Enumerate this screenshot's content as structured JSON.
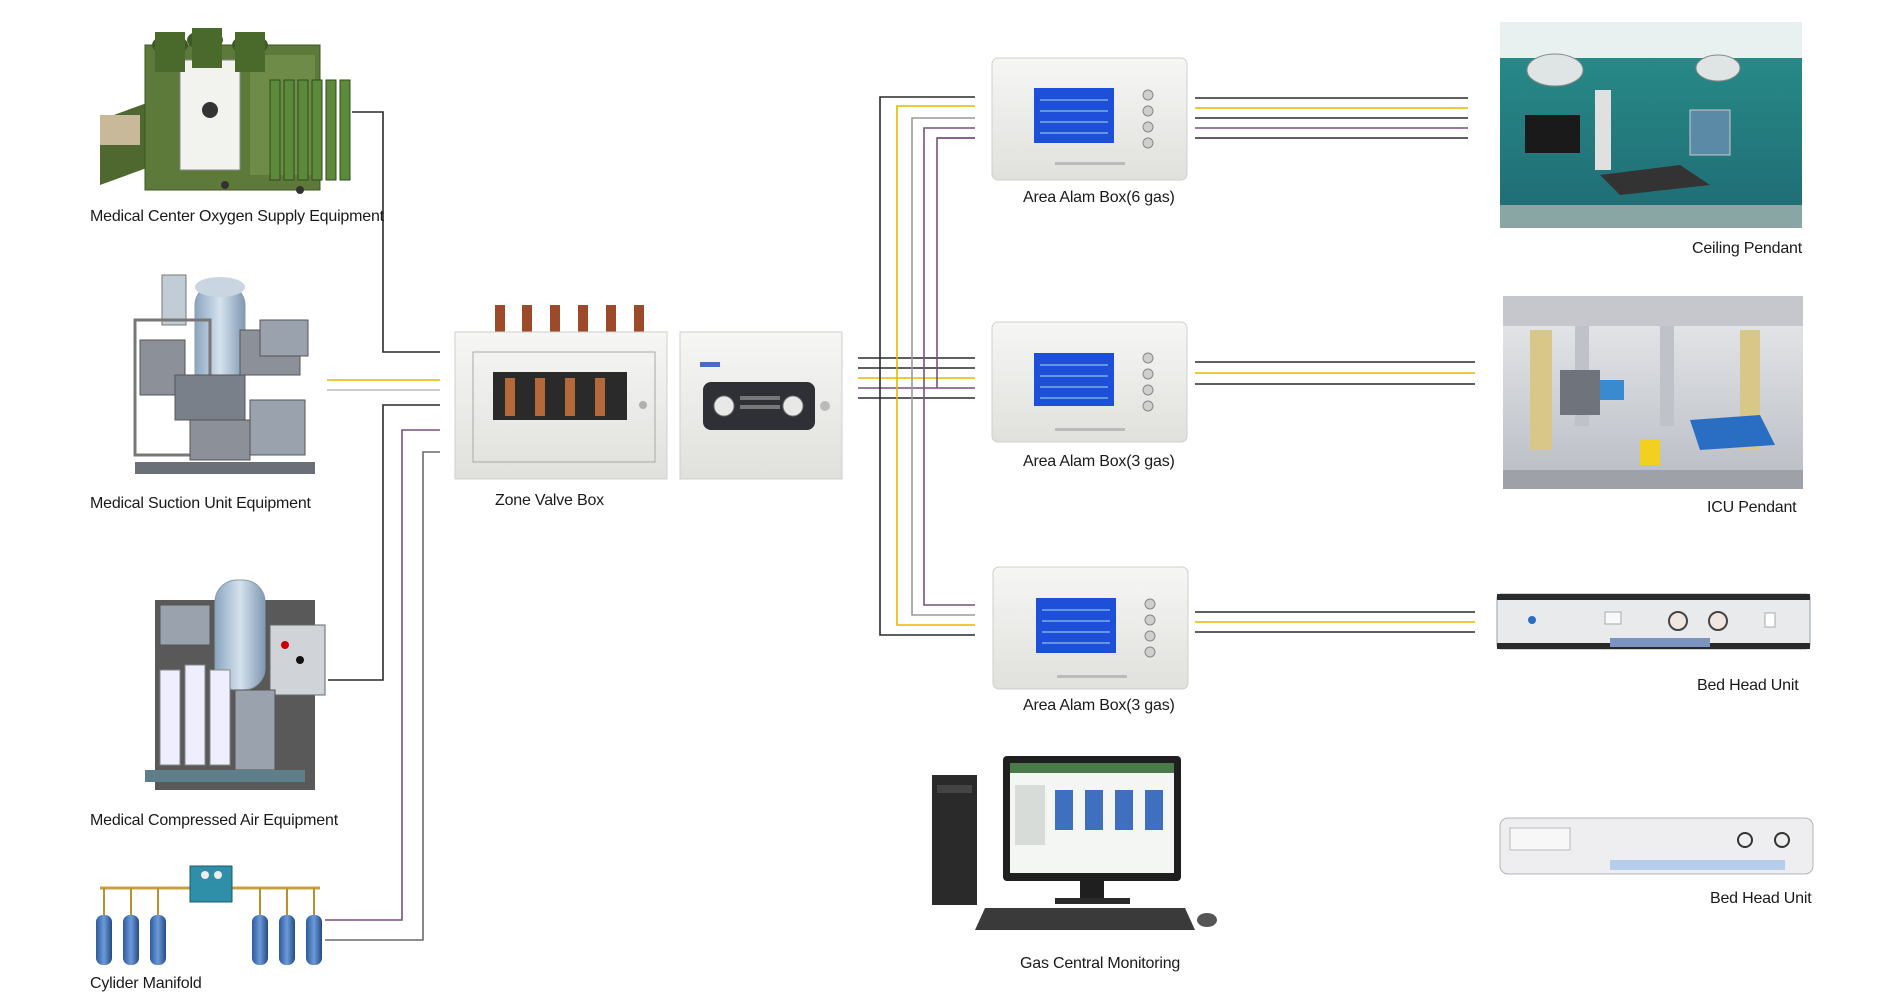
{
  "sources": [
    {
      "id": "oxygen",
      "label": "Medical Center Oxygen Supply Equipment"
    },
    {
      "id": "suction",
      "label": "Medical Suction Unit Equipment"
    },
    {
      "id": "compressed-air",
      "label": "Medical Compressed Air Equipment"
    },
    {
      "id": "manifold",
      "label": "Cylider Manifold"
    }
  ],
  "hub": {
    "label": "Zone Valve Box"
  },
  "alarm_boxes": [
    {
      "label": "Area Alam Box(6 gas)"
    },
    {
      "label": "Area Alam Box(3 gas)"
    },
    {
      "label": "Area Alam Box(3 gas)"
    }
  ],
  "monitoring": {
    "label": "Gas Central Monitoring"
  },
  "terminals": [
    {
      "label": "Ceiling Pendant"
    },
    {
      "label": "ICU Pendant"
    },
    {
      "label": "Bed Head Unit"
    },
    {
      "label": "Bed Head Unit"
    }
  ],
  "colors": {
    "line_black": "#2a2a2a",
    "line_yellow": "#e6b800",
    "line_purple": "#7a4f80",
    "line_gray": "#6a6a6a",
    "equipment_green": "#5d7a3a",
    "lcd_blue": "#1d4fd8",
    "panel_bg": "#ececeb"
  }
}
